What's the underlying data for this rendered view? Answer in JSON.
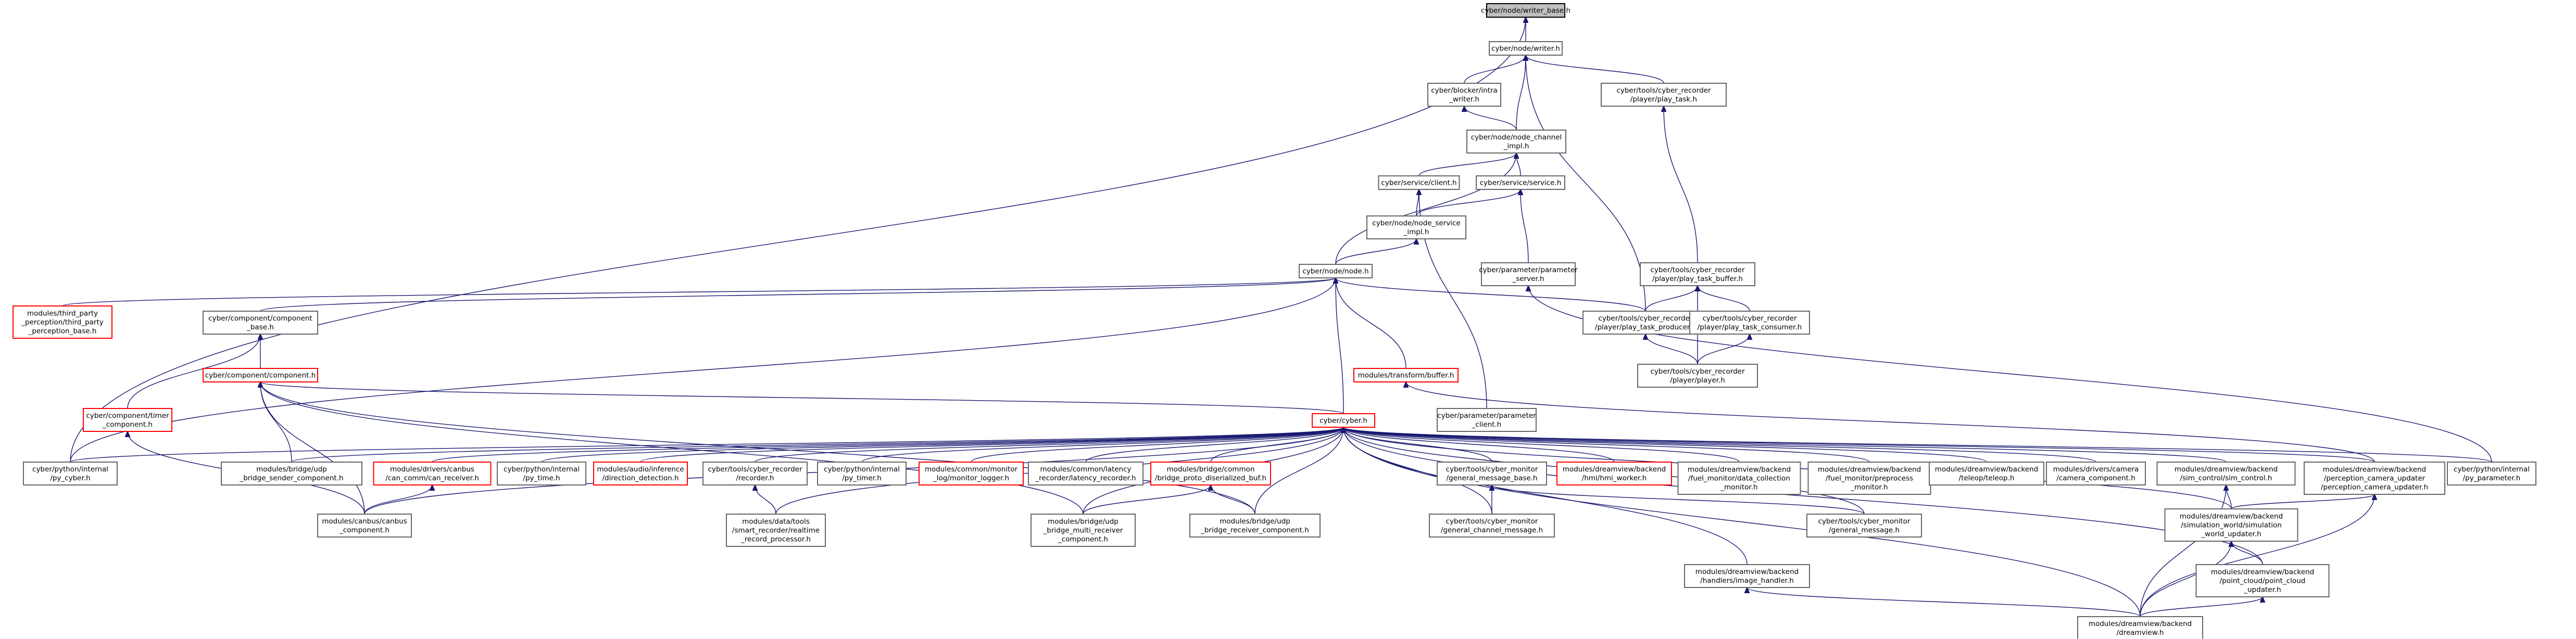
{
  "diagram": {
    "type": "include-dependency-graph",
    "colors": {
      "edge": "#191970",
      "node_border": "#666666",
      "truncated_border": "#ff0000",
      "focus_fill": "#bfbfbf"
    },
    "nodes": [
      {
        "id": "n0",
        "lines": [
          "cyber/node/writer_base.h"
        ],
        "focus": true
      },
      {
        "id": "n1",
        "lines": [
          "cyber/node/writer.h"
        ]
      },
      {
        "id": "n2",
        "lines": [
          "cyber/blocker/intra",
          "_writer.h"
        ]
      },
      {
        "id": "n3",
        "lines": [
          "cyber/tools/cyber_recorder",
          "/player/play_task.h"
        ]
      },
      {
        "id": "n4",
        "lines": [
          "cyber/node/node_channel",
          "_impl.h"
        ]
      },
      {
        "id": "n5",
        "lines": [
          "cyber/service/client.h"
        ]
      },
      {
        "id": "n6",
        "lines": [
          "cyber/service/service.h"
        ]
      },
      {
        "id": "n7",
        "lines": [
          "cyber/node/node_service",
          "_impl.h"
        ]
      },
      {
        "id": "n8",
        "lines": [
          "cyber/node/node.h"
        ]
      },
      {
        "id": "n9",
        "lines": [
          "cyber/parameter/parameter",
          "_server.h"
        ]
      },
      {
        "id": "n10",
        "lines": [
          "cyber/tools/cyber_recorder",
          "/player/play_task_buffer.h"
        ]
      },
      {
        "id": "n11",
        "lines": [
          "modules/third_party",
          "_perception/third_party",
          "_perception_base.h"
        ],
        "truncated": true
      },
      {
        "id": "n12",
        "lines": [
          "cyber/component/component",
          "_base.h"
        ]
      },
      {
        "id": "n13",
        "lines": [
          "cyber/tools/cyber_recorder",
          "/player/play_task_producer.h"
        ]
      },
      {
        "id": "n14",
        "lines": [
          "cyber/tools/cyber_recorder",
          "/player/play_task_consumer.h"
        ]
      },
      {
        "id": "n15",
        "lines": [
          "cyber/component/component.h"
        ],
        "truncated": true
      },
      {
        "id": "n16",
        "lines": [
          "modules/transform/buffer.h"
        ],
        "truncated": true
      },
      {
        "id": "n17",
        "lines": [
          "cyber/tools/cyber_recorder",
          "/player/player.h"
        ]
      },
      {
        "id": "n18",
        "lines": [
          "cyber/component/timer",
          "_component.h"
        ],
        "truncated": true
      },
      {
        "id": "n19",
        "lines": [
          "cyber/parameter/parameter",
          "_client.h"
        ]
      },
      {
        "id": "n20",
        "lines": [
          "cyber/cyber.h"
        ],
        "truncated": true
      },
      {
        "id": "n21",
        "lines": [
          "cyber/python/internal",
          "/py_cyber.h"
        ]
      },
      {
        "id": "n22",
        "lines": [
          "modules/bridge/udp",
          "_bridge_sender_component.h"
        ]
      },
      {
        "id": "n23",
        "lines": [
          "modules/drivers/canbus",
          "/can_comm/can_receiver.h"
        ],
        "truncated": true
      },
      {
        "id": "n24",
        "lines": [
          "cyber/python/internal",
          "/py_time.h"
        ]
      },
      {
        "id": "n25",
        "lines": [
          "modules/audio/inference",
          "/direction_detection.h"
        ],
        "truncated": true
      },
      {
        "id": "n26",
        "lines": [
          "cyber/tools/cyber_recorder",
          "/recorder.h"
        ]
      },
      {
        "id": "n27",
        "lines": [
          "cyber/python/internal",
          "/py_timer.h"
        ]
      },
      {
        "id": "n28",
        "lines": [
          "modules/common/monitor",
          "_log/monitor_logger.h"
        ],
        "truncated": true
      },
      {
        "id": "n29",
        "lines": [
          "modules/common/latency",
          "_recorder/latency_recorder.h"
        ]
      },
      {
        "id": "n30",
        "lines": [
          "modules/bridge/common",
          "/bridge_proto_diserialized_buf.h"
        ],
        "truncated": true
      },
      {
        "id": "n31",
        "lines": [
          "cyber/tools/cyber_monitor",
          "/general_message_base.h"
        ]
      },
      {
        "id": "n32",
        "lines": [
          "modules/dreamview/backend",
          "/hmi/hmi_worker.h"
        ],
        "truncated": true
      },
      {
        "id": "n33",
        "lines": [
          "modules/dreamview/backend",
          "/fuel_monitor/data_collection",
          "_monitor.h"
        ]
      },
      {
        "id": "n34",
        "lines": [
          "modules/dreamview/backend",
          "/fuel_monitor/preprocess",
          "_monitor.h"
        ]
      },
      {
        "id": "n35",
        "lines": [
          "modules/dreamview/backend",
          "/teleop/teleop.h"
        ]
      },
      {
        "id": "n36",
        "lines": [
          "modules/drivers/camera",
          "/camera_component.h"
        ]
      },
      {
        "id": "n37",
        "lines": [
          "modules/dreamview/backend",
          "/sim_control/sim_control.h"
        ]
      },
      {
        "id": "n38",
        "lines": [
          "modules/dreamview/backend",
          "/perception_camera_updater",
          "/perception_camera_updater.h"
        ]
      },
      {
        "id": "n39",
        "lines": [
          "cyber/python/internal",
          "/py_parameter.h"
        ]
      },
      {
        "id": "n40",
        "lines": [
          "modules/canbus/canbus",
          "_component.h"
        ]
      },
      {
        "id": "n41",
        "lines": [
          "modules/data/tools",
          "/smart_recorder/realtime",
          "_record_processor.h"
        ]
      },
      {
        "id": "n42",
        "lines": [
          "modules/bridge/udp",
          "_bridge_multi_receiver",
          "_component.h"
        ]
      },
      {
        "id": "n43",
        "lines": [
          "modules/bridge/udp",
          "_bridge_receiver_component.h"
        ]
      },
      {
        "id": "n44",
        "lines": [
          "cyber/tools/cyber_monitor",
          "/general_channel_message.h"
        ]
      },
      {
        "id": "n45",
        "lines": [
          "cyber/tools/cyber_monitor",
          "/general_message.h"
        ]
      },
      {
        "id": "n46",
        "lines": [
          "modules/dreamview/backend",
          "/simulation_world/simulation",
          "_world_updater.h"
        ]
      },
      {
        "id": "n47",
        "lines": [
          "modules/dreamview/backend",
          "/point_cloud/point_cloud",
          "_updater.h"
        ]
      },
      {
        "id": "n48",
        "lines": [
          "modules/dreamview/backend",
          "/handlers/image_handler.h"
        ]
      },
      {
        "id": "n49",
        "lines": [
          "modules/dreamview/backend",
          "/dreamview.h"
        ]
      }
    ],
    "edges": [
      [
        "n1",
        "n0"
      ],
      [
        "n21",
        "n0"
      ],
      [
        "n2",
        "n1"
      ],
      [
        "n4",
        "n1"
      ],
      [
        "n3",
        "n1"
      ],
      [
        "n13",
        "n1"
      ],
      [
        "n4",
        "n2"
      ],
      [
        "n10",
        "n3"
      ],
      [
        "n5",
        "n4"
      ],
      [
        "n6",
        "n4"
      ],
      [
        "n8",
        "n4"
      ],
      [
        "n7",
        "n5"
      ],
      [
        "n19",
        "n5"
      ],
      [
        "n7",
        "n6"
      ],
      [
        "n9",
        "n6"
      ],
      [
        "n8",
        "n7"
      ],
      [
        "n11",
        "n8"
      ],
      [
        "n12",
        "n8"
      ],
      [
        "n13",
        "n8"
      ],
      [
        "n16",
        "n8"
      ],
      [
        "n20",
        "n8"
      ],
      [
        "n21",
        "n8"
      ],
      [
        "n39",
        "n9"
      ],
      [
        "n13",
        "n10"
      ],
      [
        "n14",
        "n10"
      ],
      [
        "n17",
        "n10"
      ],
      [
        "n15",
        "n12"
      ],
      [
        "n18",
        "n12"
      ],
      [
        "n17",
        "n13"
      ],
      [
        "n17",
        "n14"
      ],
      [
        "n20",
        "n15"
      ],
      [
        "n22",
        "n15"
      ],
      [
        "n40",
        "n15"
      ],
      [
        "n42",
        "n15"
      ],
      [
        "n43",
        "n15"
      ],
      [
        "n38",
        "n16"
      ],
      [
        "n40",
        "n18"
      ],
      [
        "n21",
        "n20"
      ],
      [
        "n22",
        "n20"
      ],
      [
        "n23",
        "n20"
      ],
      [
        "n24",
        "n20"
      ],
      [
        "n25",
        "n20"
      ],
      [
        "n26",
        "n20"
      ],
      [
        "n27",
        "n20"
      ],
      [
        "n28",
        "n20"
      ],
      [
        "n29",
        "n20"
      ],
      [
        "n30",
        "n20"
      ],
      [
        "n31",
        "n20"
      ],
      [
        "n32",
        "n20"
      ],
      [
        "n33",
        "n20"
      ],
      [
        "n34",
        "n20"
      ],
      [
        "n35",
        "n20"
      ],
      [
        "n36",
        "n20"
      ],
      [
        "n37",
        "n20"
      ],
      [
        "n38",
        "n20"
      ],
      [
        "n39",
        "n20"
      ],
      [
        "n40",
        "n20"
      ],
      [
        "n41",
        "n20"
      ],
      [
        "n42",
        "n20"
      ],
      [
        "n43",
        "n20"
      ],
      [
        "n44",
        "n20"
      ],
      [
        "n45",
        "n20"
      ],
      [
        "n46",
        "n20"
      ],
      [
        "n47",
        "n20"
      ],
      [
        "n48",
        "n20"
      ],
      [
        "n49",
        "n20"
      ],
      [
        "n40",
        "n23"
      ],
      [
        "n41",
        "n26"
      ],
      [
        "n42",
        "n30"
      ],
      [
        "n43",
        "n30"
      ],
      [
        "n44",
        "n31"
      ],
      [
        "n45",
        "n31"
      ],
      [
        "n46",
        "n37"
      ],
      [
        "n49",
        "n37"
      ],
      [
        "n46",
        "n38"
      ],
      [
        "n49",
        "n38"
      ],
      [
        "n47",
        "n46"
      ],
      [
        "n49",
        "n46"
      ],
      [
        "n49",
        "n47"
      ],
      [
        "n49",
        "n48"
      ]
    ]
  }
}
